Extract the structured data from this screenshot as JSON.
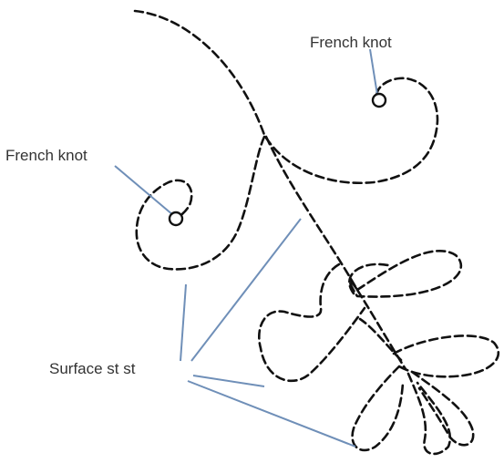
{
  "labels": {
    "knot_top": "French knot",
    "knot_left": "French knot",
    "surface": "Surface st st"
  },
  "colors": {
    "stitch": "#111111",
    "leader": "#6f8fb8",
    "label": "#333333",
    "background": "#ffffff"
  }
}
